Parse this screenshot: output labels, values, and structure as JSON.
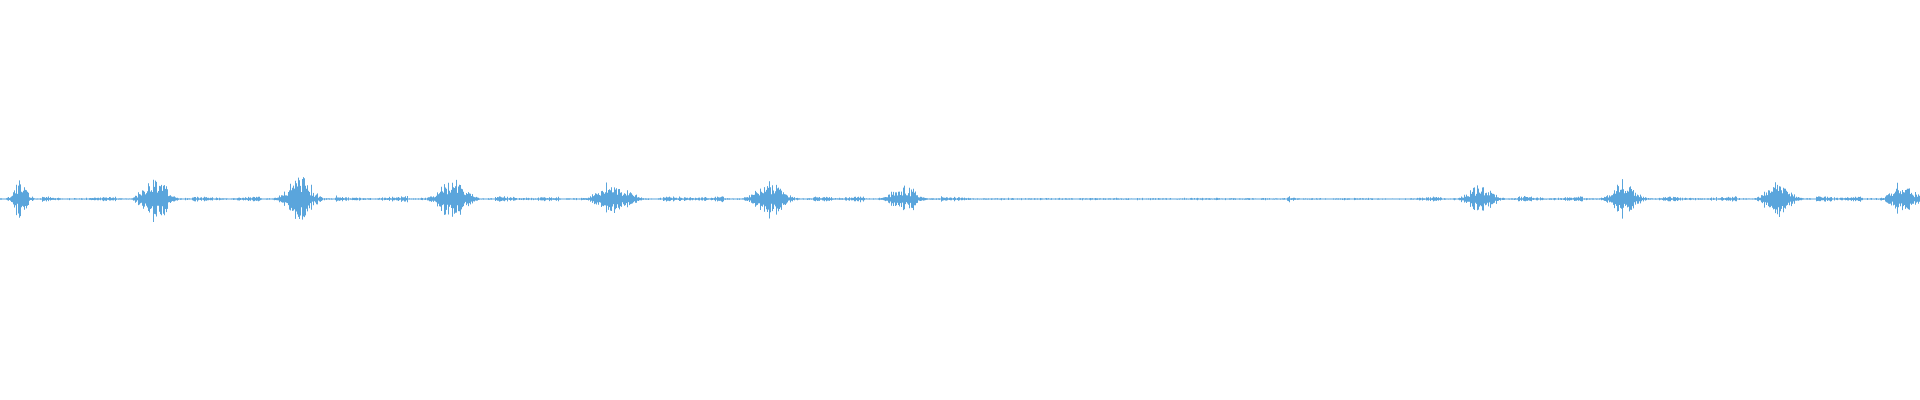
{
  "waveform": {
    "color": "#5aa5dc",
    "clusters": [
      {
        "center": 0.01,
        "width": 0.013,
        "peak": 0.14
      },
      {
        "center": 0.08,
        "width": 0.022,
        "peak": 0.19
      },
      {
        "center": 0.155,
        "width": 0.022,
        "peak": 0.19
      },
      {
        "center": 0.235,
        "width": 0.025,
        "peak": 0.17
      },
      {
        "center": 0.318,
        "width": 0.03,
        "peak": 0.13
      },
      {
        "center": 0.4,
        "width": 0.026,
        "peak": 0.14
      },
      {
        "center": 0.47,
        "width": 0.022,
        "peak": 0.11
      },
      {
        "center": 0.671,
        "width": 0.002,
        "peak": 0.04
      },
      {
        "center": 0.77,
        "width": 0.022,
        "peak": 0.13
      },
      {
        "center": 0.845,
        "width": 0.023,
        "peak": 0.13
      },
      {
        "center": 0.925,
        "width": 0.023,
        "peak": 0.14
      },
      {
        "center": 0.99,
        "width": 0.022,
        "peak": 0.13
      }
    ]
  }
}
